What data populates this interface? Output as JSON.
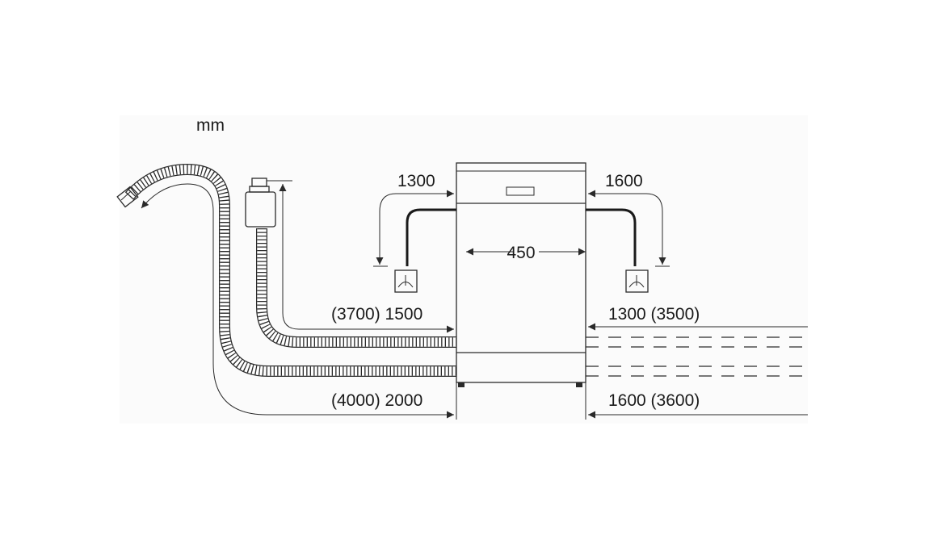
{
  "unit_label": "mm",
  "dimensions": {
    "top_left": "1300",
    "top_right": "1600",
    "width": "450",
    "upper_left": "(3700) 1500",
    "upper_right": "1300 (3500)",
    "lower_left": "(4000) 2000",
    "lower_right": "1600 (3600)"
  },
  "icons": [
    "dishwasher-icon",
    "drain-hose-icon",
    "water-inlet-hose-icon",
    "aquastop-valve-icon",
    "socket-left-icon",
    "socket-right-icon"
  ],
  "colors": {
    "line": "#2a2a2a",
    "background": "#ffffff"
  }
}
